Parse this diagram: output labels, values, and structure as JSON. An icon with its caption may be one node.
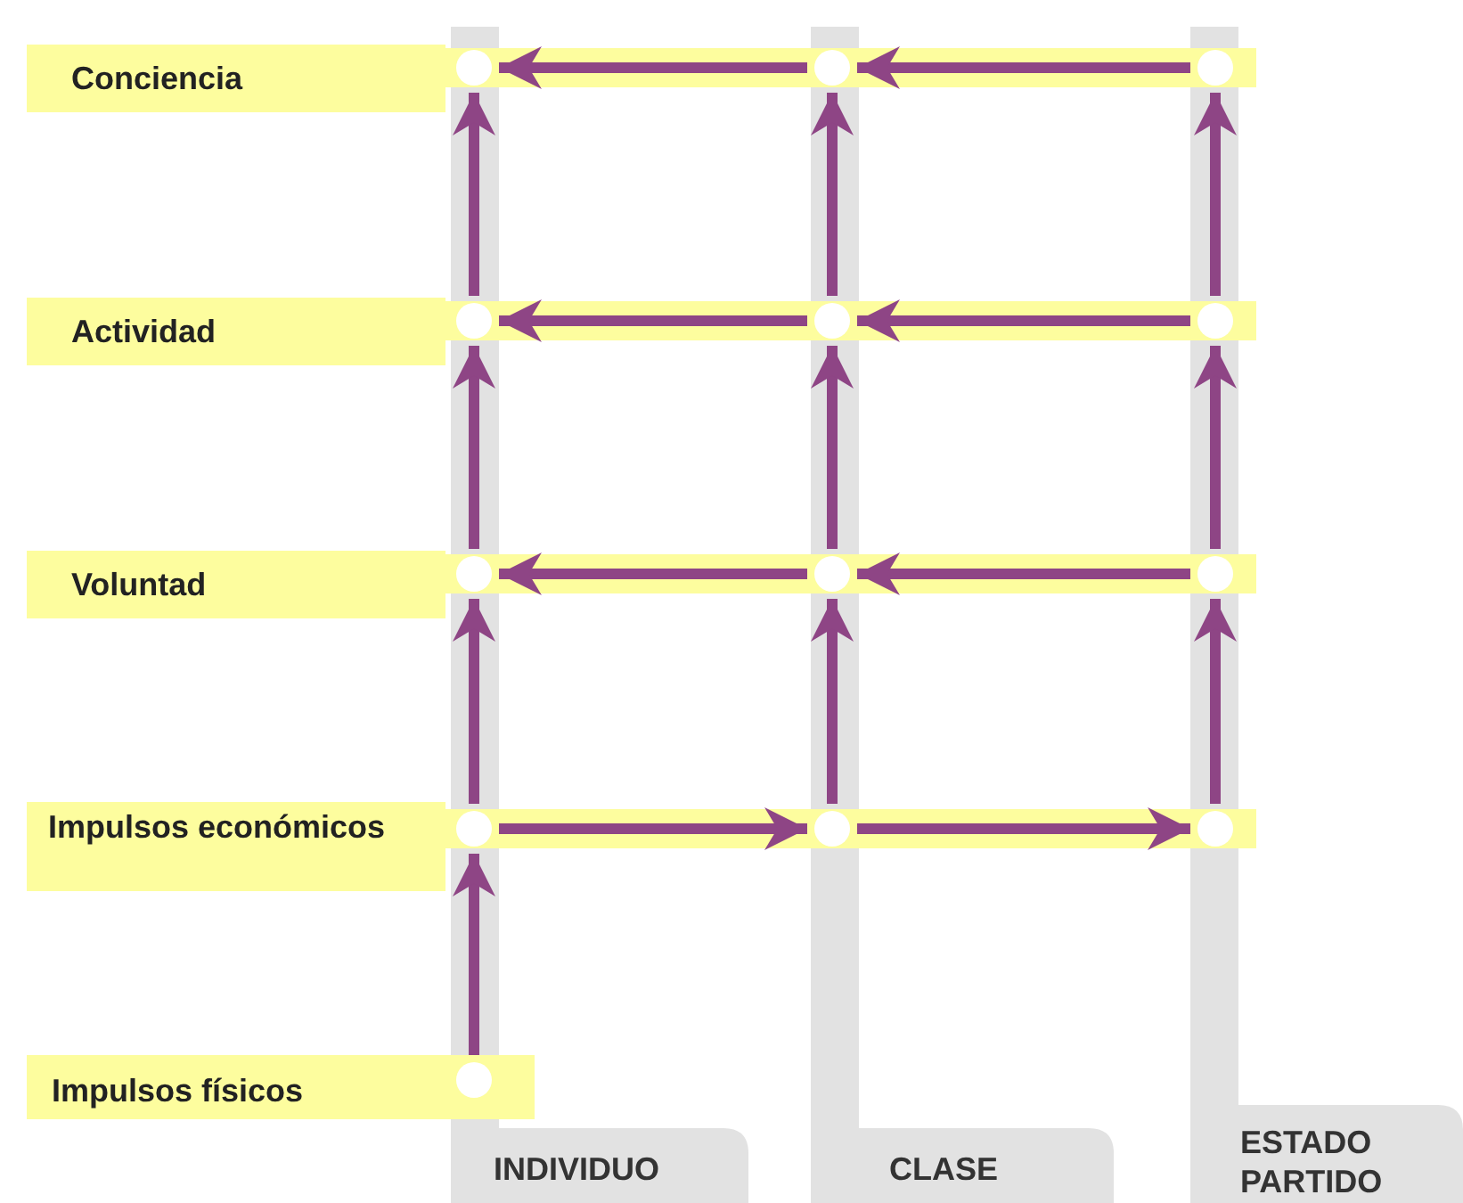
{
  "diagram": {
    "nodes": [
      {
        "text": [
          "Conciencia"
        ]
      },
      {
        "text": [
          "Actividad"
        ]
      },
      {
        "text": [
          "Voluntad"
        ]
      },
      {
        "text": [
          "Impulsos económicos"
        ]
      },
      {
        "text": [
          "Impulsos físicos"
        ]
      },
      {
        "text": [
          "INDIVIDUO"
        ]
      },
      {
        "text": [
          "CLASE"
        ]
      },
      {
        "text": [
          "ESTADO PARTIDO"
        ]
      },
      {
        "text": [],
        "shape": "circle"
      },
      {
        "text": [],
        "shape": "circle"
      },
      {
        "text": [],
        "shape": "circle"
      },
      {
        "text": [],
        "shape": "circle"
      },
      {
        "text": [],
        "shape": "circle"
      },
      {
        "text": [],
        "shape": "circle"
      },
      {
        "text": [],
        "shape": "circle"
      },
      {
        "text": [],
        "shape": "circle"
      },
      {
        "text": [],
        "shape": "circle"
      },
      {
        "text": [],
        "shape": "circle"
      },
      {
        "text": [],
        "shape": "circle"
      },
      {
        "text": [],
        "shape": "circle"
      },
      {
        "text": [],
        "shape": "circle"
      }
    ],
    "edges": [
      {
        "from": 9,
        "to": 8,
        "arrow": "to"
      },
      {
        "from": 10,
        "to": 9,
        "arrow": "to"
      },
      {
        "from": 12,
        "to": 11,
        "arrow": "to"
      },
      {
        "from": 13,
        "to": 12,
        "arrow": "to"
      },
      {
        "from": 15,
        "to": 14,
        "arrow": "to"
      },
      {
        "from": 16,
        "to": 15,
        "arrow": "to"
      },
      {
        "from": 17,
        "to": 18,
        "arrow": "to"
      },
      {
        "from": 18,
        "to": 19,
        "arrow": "to"
      },
      {
        "from": 20,
        "to": 17,
        "arrow": "to"
      },
      {
        "from": 17,
        "to": 14,
        "arrow": "to"
      },
      {
        "from": 14,
        "to": 11,
        "arrow": "to"
      },
      {
        "from": 11,
        "to": 8,
        "arrow": "to"
      },
      {
        "from": 18,
        "to": 15,
        "arrow": "to"
      },
      {
        "from": 15,
        "to": 12,
        "arrow": "to"
      },
      {
        "from": 12,
        "to": 9,
        "arrow": "to"
      },
      {
        "from": 19,
        "to": 16,
        "arrow": "to"
      },
      {
        "from": 16,
        "to": 13,
        "arrow": "to"
      },
      {
        "from": 13,
        "to": 10,
        "arrow": "to"
      }
    ]
  }
}
